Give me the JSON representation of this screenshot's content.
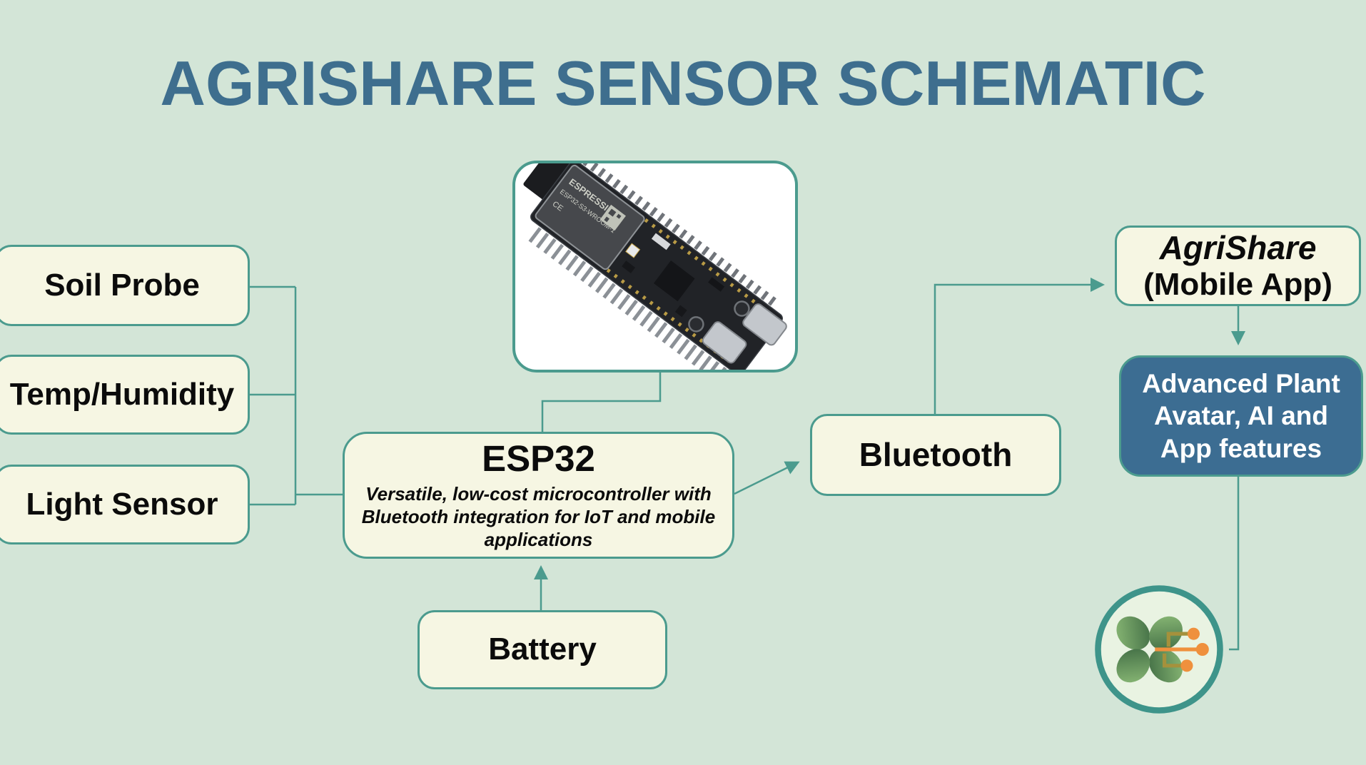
{
  "title": "AGRISHARE SENSOR SCHEMATIC",
  "colors": {
    "background": "#d3e5d7",
    "panel_fill": "#f6f6e3",
    "panel_border": "#4b9b8e",
    "connector": "#4b9b8e",
    "title": "#3e6e8e",
    "text": "#0b0b0b",
    "dark_fill": "#3c6d92",
    "dark_text": "#ffffff",
    "logo_ring": "#3e948a",
    "logo_fill": "#e9f3e2",
    "leaf_dark": "#3c6841",
    "leaf_light": "#8fbe79",
    "trace_olive": "#a5913c",
    "trace_orange": "#ef903d"
  },
  "nodes": {
    "soil_probe": {
      "label": "Soil Probe"
    },
    "temp_humidity": {
      "label": "Temp/Humidity"
    },
    "light_sensor": {
      "label": "Light Sensor"
    },
    "esp32": {
      "label": "ESP32",
      "description": "Versatile, low-cost microcontroller with Bluetooth integration for IoT and mobile applications"
    },
    "battery": {
      "label": "Battery"
    },
    "bluetooth": {
      "label": "Bluetooth"
    },
    "mobile_app": {
      "line1": "AgriShare",
      "line2": "(Mobile App)"
    },
    "advanced_features": {
      "label": "Advanced Plant\nAvatar, AI and\nApp features"
    }
  },
  "board": {
    "brand": "ESPRESSIF",
    "model": "ESP32-S3-WROOM-1",
    "ce_mark": "CE"
  }
}
